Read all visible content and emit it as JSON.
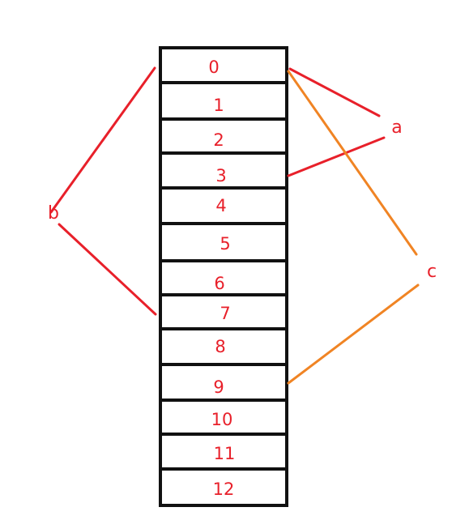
{
  "cells": [
    "0",
    "1",
    "2",
    "3",
    "4",
    "5",
    "6",
    "7",
    "8",
    "9",
    "10",
    "11",
    "12"
  ],
  "pointers": [
    {
      "label": "a",
      "color": "#e8202a",
      "targets": [
        "0",
        "3"
      ]
    },
    {
      "label": "b",
      "color": "#e8202a",
      "targets": [
        "0",
        "7"
      ]
    },
    {
      "label": "c",
      "color": "#f08424",
      "targets": [
        "0",
        "9"
      ]
    }
  ],
  "colors": {
    "cell_border": "#111111",
    "label_text": "#e8202a",
    "line_red": "#e8202a",
    "line_orange": "#f08424"
  }
}
